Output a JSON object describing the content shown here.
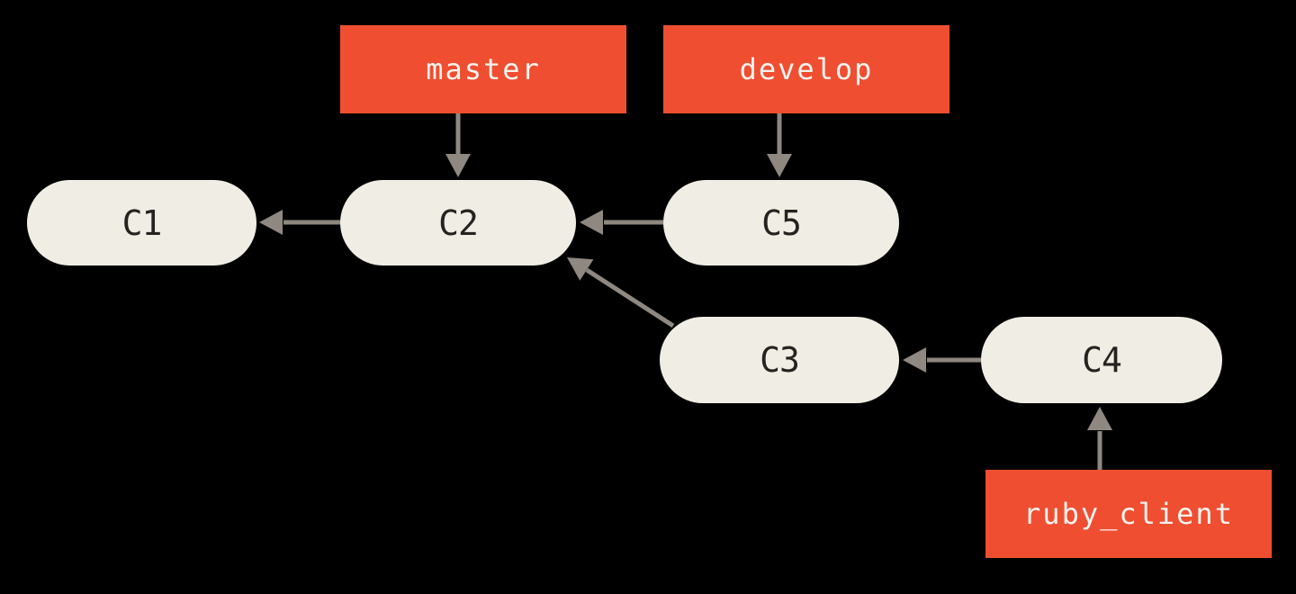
{
  "colors": {
    "background": "#000000",
    "branch_bg": "#f04e31",
    "branch_text": "#f5f3ef",
    "commit_bg": "#efede4",
    "commit_text": "#262220",
    "arrow": "#8e8880"
  },
  "nodes": {
    "master": {
      "label": "master",
      "type": "branch"
    },
    "develop": {
      "label": "develop",
      "type": "branch"
    },
    "ruby_client": {
      "label": "ruby_client",
      "type": "branch"
    },
    "c1": {
      "label": "C1",
      "type": "commit"
    },
    "c2": {
      "label": "C2",
      "type": "commit"
    },
    "c3": {
      "label": "C3",
      "type": "commit"
    },
    "c4": {
      "label": "C4",
      "type": "commit"
    },
    "c5": {
      "label": "C5",
      "type": "commit"
    }
  },
  "edges": [
    {
      "from": "master",
      "to": "C2"
    },
    {
      "from": "develop",
      "to": "C5"
    },
    {
      "from": "C2",
      "to": "C1"
    },
    {
      "from": "C5",
      "to": "C2"
    },
    {
      "from": "C3",
      "to": "C2"
    },
    {
      "from": "C4",
      "to": "C3"
    },
    {
      "from": "ruby_client",
      "to": "C4"
    }
  ]
}
